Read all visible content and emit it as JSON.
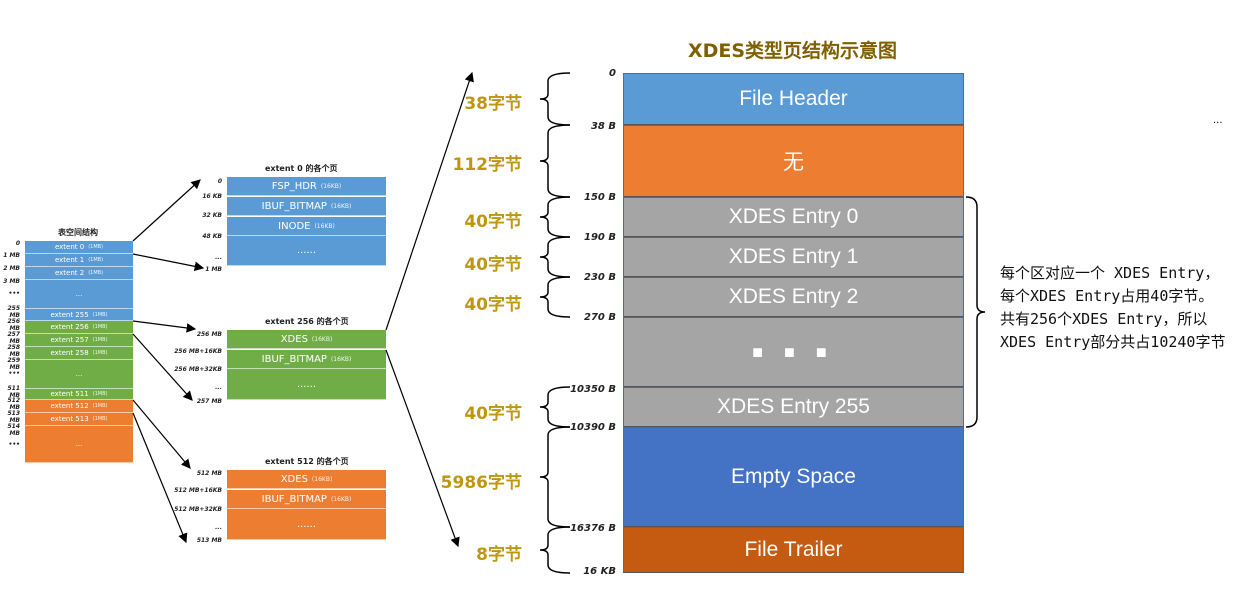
{
  "title": "XDES类型页结构示意图",
  "colors": {
    "blue": "#5b9bd5",
    "green": "#70ad47",
    "orange": "#ed7d31",
    "gray": "#a5a5a5",
    "dark_blue": "#4472c4",
    "dark_orange": "#c55a11",
    "title": "#7f6000",
    "size_label": "#c0960f"
  },
  "tablespace": {
    "title": "表空间结构",
    "unit": "(1MB)",
    "rows": [
      {
        "label": "extent 0",
        "off": "0"
      },
      {
        "label": "extent 1",
        "off": "1 MB"
      },
      {
        "label": "extent 2",
        "off": "2 MB"
      },
      {
        "label": "...",
        "off": "3 MB"
      },
      {
        "label": "extent 255",
        "off": "•••"
      },
      {
        "label": "extent 256",
        "off": "255 MB"
      },
      {
        "label": "extent 257",
        "off": "256 MB"
      },
      {
        "label": "extent 258",
        "off": "257 MB"
      },
      {
        "label": "...",
        "off": "258 MB"
      },
      {
        "label": "extent 511",
        "off": "259 MB"
      },
      {
        "label": "extent 512",
        "off": "•••"
      },
      {
        "label": "extent 513",
        "off": "511 MB"
      },
      {
        "label": "...",
        "off": "512 MB"
      }
    ],
    "extra_offs": [
      "513 MB",
      "514 MB",
      "•••"
    ]
  },
  "extents": [
    {
      "title": "extent 0 的各个页",
      "pages": [
        {
          "name": "FSP_HDR",
          "unit": "(16KB)"
        },
        {
          "name": "IBUF_BITMAP",
          "unit": "(16KB)"
        },
        {
          "name": "INODE",
          "unit": "(16KB)"
        },
        {
          "name": "......",
          "unit": ""
        }
      ],
      "offs": [
        "0",
        "16 KB",
        "32 KB",
        "48 KB",
        "...",
        "1 MB"
      ]
    },
    {
      "title": "extent 256 的各个页",
      "pages": [
        {
          "name": "XDES",
          "unit": "(16KB)"
        },
        {
          "name": "IBUF_BITMAP",
          "unit": "(16KB)"
        },
        {
          "name": "......",
          "unit": ""
        }
      ],
      "offs": [
        "256 MB",
        "256 MB+16KB",
        "256 MB+32KB",
        "...",
        "257 MB"
      ]
    },
    {
      "title": "extent 512 的各个页",
      "pages": [
        {
          "name": "XDES",
          "unit": "(16KB)"
        },
        {
          "name": "IBUF_BITMAP",
          "unit": "(16KB)"
        },
        {
          "name": "......",
          "unit": ""
        }
      ],
      "offs": [
        "512 MB",
        "512 MB+16KB",
        "512 MB+32KB",
        "...",
        "513 MB"
      ]
    }
  ],
  "xdes": {
    "sections": [
      {
        "name": "File Header",
        "size": "38字节"
      },
      {
        "name": "无",
        "size": "112字节"
      },
      {
        "name": "XDES Entry 0",
        "size": "40字节"
      },
      {
        "name": "XDES Entry 1",
        "size": "40字节"
      },
      {
        "name": "XDES Entry 2",
        "size": "40字节"
      },
      {
        "name": "■ ■ ■",
        "size": ""
      },
      {
        "name": "XDES Entry 255",
        "size": "40字节"
      },
      {
        "name": "Empty Space",
        "size": "5986字节"
      },
      {
        "name": "File Trailer",
        "size": "8字节"
      }
    ],
    "offsets": [
      "0",
      "38 B",
      "150 B",
      "190 B",
      "230 B",
      "270 B",
      "10350 B",
      "10390 B",
      "16376 B",
      "16 KB"
    ]
  },
  "note": "每个区对应一个 XDES Entry，\n每个XDES Entry占用40字节。\n共有256个XDES Entry，所以\nXDES Entry部分共占10240字节",
  "ellipsis": "..."
}
